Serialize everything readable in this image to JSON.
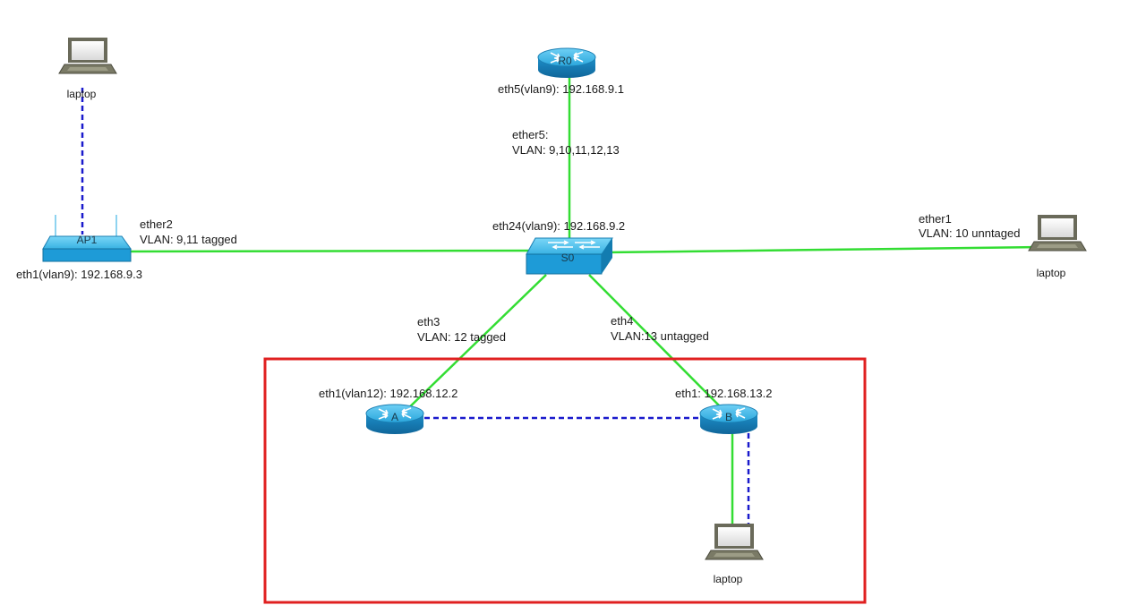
{
  "colors": {
    "ethernet_link": "#33dd33",
    "wireless_link": "#1a1acc",
    "highlight_box": "#e02020",
    "device_blue": "#1e9bd7"
  },
  "devices": {
    "router_top": {
      "name": "R0",
      "icon": "router-icon",
      "ip_label": "eth5(vlan9): 192.168.9.1"
    },
    "switch": {
      "name": "S0",
      "icon": "switch-icon",
      "ip_label": "eth24(vlan9): 192.168.9.2"
    },
    "access_point": {
      "name": "AP1",
      "icon": "access-point-icon",
      "ip_label": "eth1(vlan9): 192.168.9.3"
    },
    "router_a": {
      "name": "A",
      "icon": "router-icon",
      "ip_label": "eth1(vlan12): 192.168.12.2"
    },
    "router_b": {
      "name": "B",
      "icon": "router-icon",
      "ip_label": "eth1: 192.168.13.2"
    },
    "laptop_ap": {
      "label": "laptop",
      "icon": "laptop-icon"
    },
    "laptop_right": {
      "label": "laptop",
      "icon": "laptop-icon"
    },
    "laptop_bottom": {
      "label": "laptop",
      "icon": "laptop-icon"
    }
  },
  "links": {
    "ether5": {
      "line1": "ether5:",
      "line2": "VLAN: 9,10,11,12,13"
    },
    "ether2": {
      "line1": "ether2",
      "line2": "VLAN: 9,11 tagged"
    },
    "ether1": {
      "line1": "ether1",
      "line2": "VLAN: 10 unntaged"
    },
    "eth3": {
      "line1": "eth3",
      "line2": "VLAN: 12  tagged"
    },
    "eth4": {
      "line1": "eth4",
      "line2": "VLAN:13 untagged"
    }
  }
}
